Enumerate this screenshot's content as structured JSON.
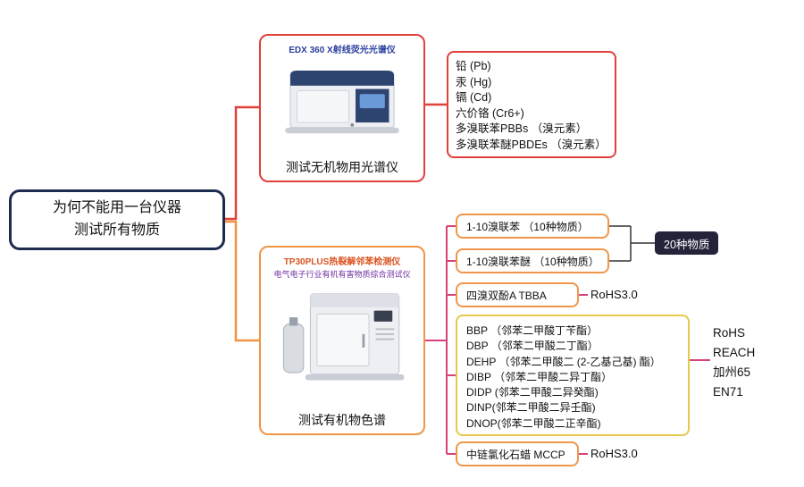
{
  "root": {
    "title_line1": "为何不能用一台仪器",
    "title_line2": "测试所有物质"
  },
  "inorganic": {
    "device_title": "EDX 360 X射线荧光光谱仪",
    "label": "测试无机物用光谱仪",
    "substances": [
      "铅 (Pb)",
      "汞 (Hg)",
      "镉 (Cd)",
      "六价铬 (Cr6+)",
      "多溴联苯PBBs （溴元素）",
      "多溴联苯醚PBDEs （溴元素）"
    ]
  },
  "organic": {
    "device_title": "TP30PLUS热裂解邻苯检测仪",
    "device_subtitle": "电气电子行业有机有害物质综合测试仪",
    "label": "测试有机物色谱",
    "node_pbb": "1-10溴联苯 （10种物质）",
    "node_pbde": "1-10溴联苯醚 （10种物质）",
    "badge_total": "20种物质",
    "node_tbba": "四溴双酚A TBBA",
    "tbba_tag": "RoHS3.0",
    "phthalates": [
      "BBP （邻苯二甲酸丁苄酯）",
      "DBP （邻苯二甲酸二丁酯）",
      "DEHP （邻苯二甲酸二 (2-乙基己基) 酯）",
      "DIBP （邻苯二甲酸二异丁酯）",
      "DIDP (邻苯二甲酸二异癸酯)",
      "DINP(邻苯二甲酸二异壬酯)",
      "DNOP(邻苯二甲酸二正辛酯)"
    ],
    "regulations": [
      "RoHS",
      "REACH",
      "加州65",
      "EN71"
    ],
    "node_mccp": "中链氯化石蜡 MCCP",
    "mccp_tag": "RoHS3.0"
  },
  "colors": {
    "red": "#e2403a",
    "orange": "#ef9545",
    "pink": "#d6427e",
    "yellow": "#e6c94c",
    "navy": "#1c2b4e",
    "badge_bg": "#23233a",
    "title_blue": "#2b3f9e",
    "title_orange": "#d9531e",
    "subtitle_purple": "#7030a0"
  }
}
